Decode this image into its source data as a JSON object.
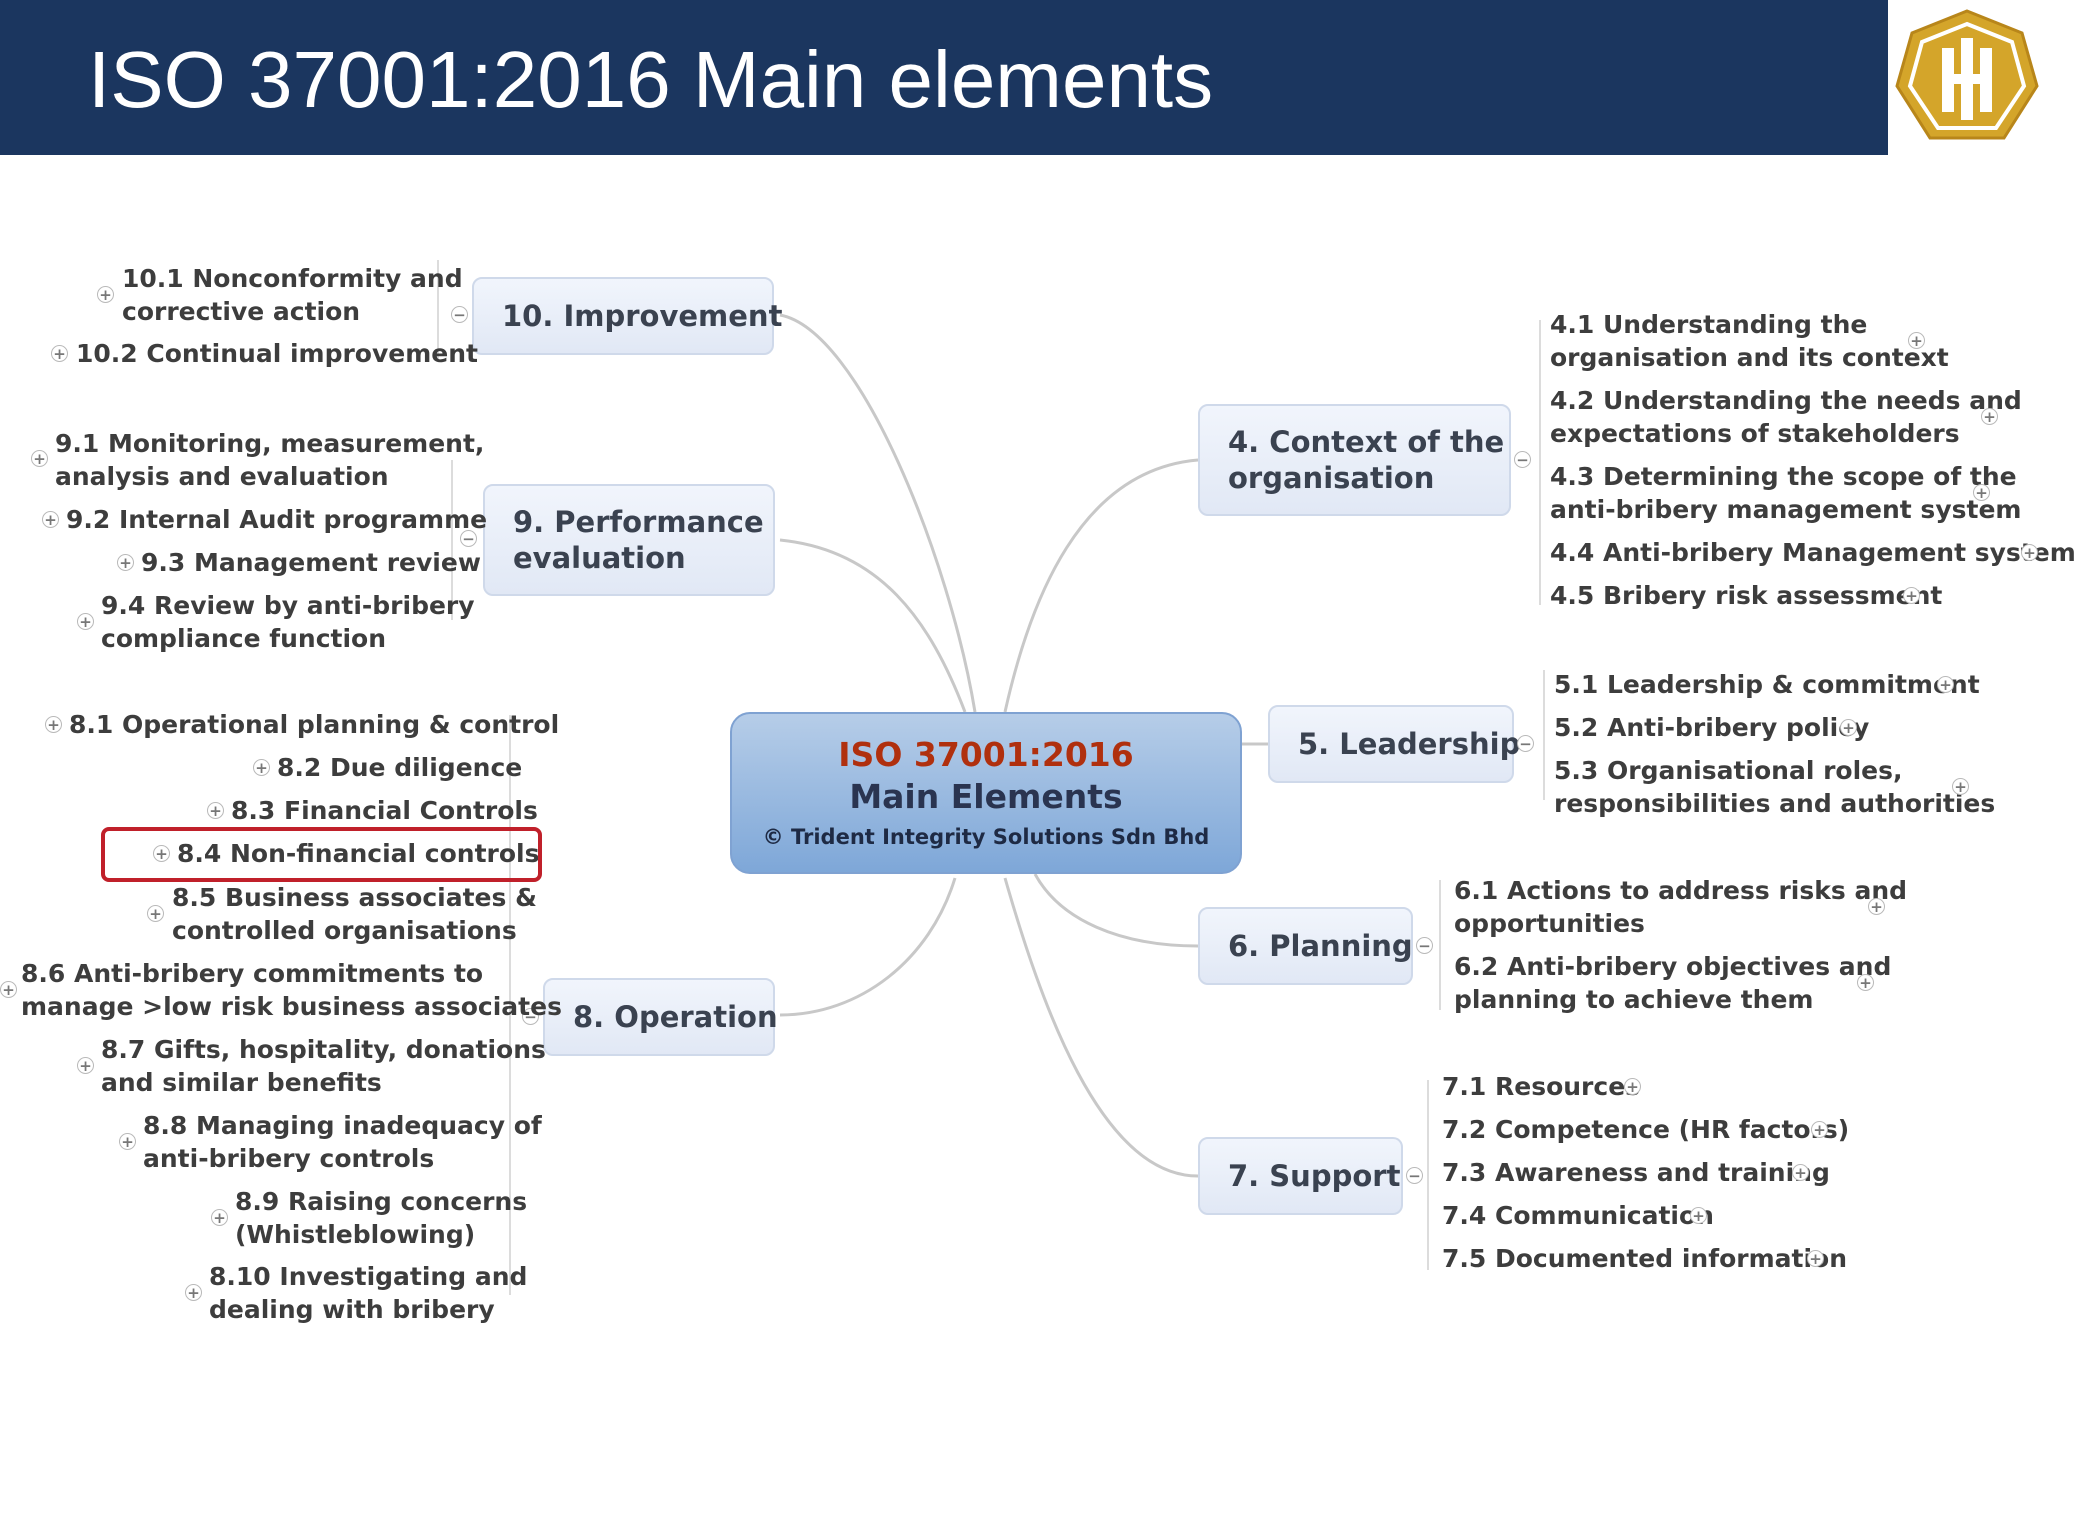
{
  "slide": {
    "title": "ISO 37001:2016 Main elements"
  },
  "colors": {
    "header_bg": "#1b365f",
    "center_title": "#b0300e",
    "highlight": "#c0202a",
    "logo": "#d4a52a"
  },
  "center": {
    "title": "ISO 37001:2016",
    "subtitle": "Main Elements",
    "copyright": "© Trident Integrity Solutions Sdn Bhd"
  },
  "branches": {
    "b10": {
      "label": "10. Improvement",
      "items": [
        "10.1 Nonconformity and\ncorrective action",
        "10.2 Continual improvement"
      ]
    },
    "b9": {
      "label": "9. Performance\nevaluation",
      "items": [
        "9.1 Monitoring, measurement,\nanalysis and evaluation",
        "9.2 Internal Audit programme",
        "9.3 Management review",
        "9.4 Review by anti-bribery\ncompliance function"
      ]
    },
    "b8": {
      "label": "8. Operation",
      "items": [
        "8.1 Operational planning & control",
        "8.2 Due diligence",
        "8.3 Financial Controls",
        "8.4 Non-financial controls",
        "8.5 Business associates &\ncontrolled organisations",
        "8.6 Anti-bribery commitments to\nmanage >low risk business associates",
        "8.7 Gifts, hospitality, donations\nand similar benefits",
        "8.8 Managing inadequacy of\nanti-bribery controls",
        "8.9 Raising concerns\n(Whistleblowing)",
        "8.10 Investigating and\ndealing with bribery"
      ]
    },
    "b4": {
      "label": "4. Context of the\norganisation",
      "items": [
        "4.1 Understanding the\norganisation and its context",
        "4.2 Understanding the needs and\nexpectations of stakeholders",
        "4.3 Determining the scope of the\nanti-bribery management system",
        "4.4 Anti-bribery Management system",
        "4.5 Bribery risk assessment"
      ]
    },
    "b5": {
      "label": "5. Leadership",
      "items": [
        "5.1 Leadership & commitment",
        "5.2 Anti-bribery policy",
        "5.3 Organisational roles,\nresponsibilities and authorities"
      ]
    },
    "b6": {
      "label": "6. Planning",
      "items": [
        "6.1 Actions to address risks and\nopportunities",
        "6.2 Anti-bribery objectives and\nplanning to achieve them"
      ]
    },
    "b7": {
      "label": "7. Support",
      "items": [
        "7.1 Resources",
        "7.2 Competence (HR factors)",
        "7.3 Awareness and training",
        "7.4 Communication",
        "7.5 Documented information"
      ]
    }
  },
  "icons": {
    "expand": "+",
    "collapse": "−",
    "logo": "trident-logo-icon"
  },
  "highlighted_item": "8.4 Non-financial controls"
}
